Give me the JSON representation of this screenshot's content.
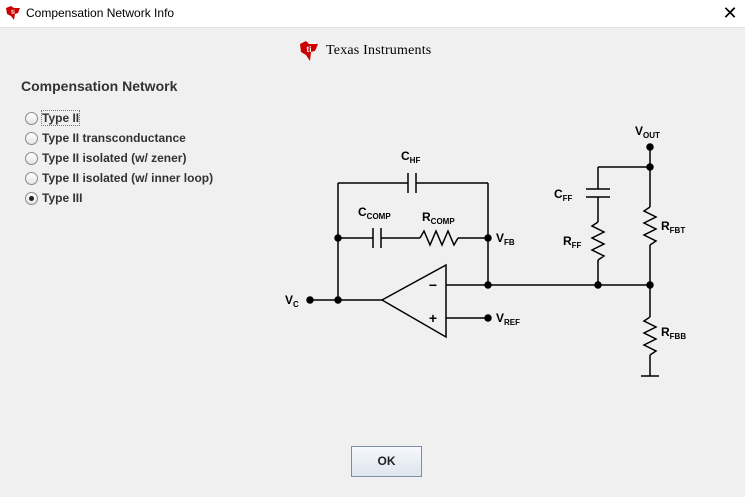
{
  "window": {
    "title": "Compensation Network Info",
    "close_glyph": "✕",
    "app_icon": "ti-logo-icon"
  },
  "logo": {
    "text": "Texas Instruments",
    "color": "#cc0000"
  },
  "section": {
    "title": "Compensation Network"
  },
  "options": [
    {
      "label": "Type II",
      "selected": false,
      "focused": true
    },
    {
      "label": "Type II transconductance",
      "selected": false
    },
    {
      "label": "Type II isolated (w/ zener)",
      "selected": false
    },
    {
      "label": "Type II isolated (w/ inner loop)",
      "selected": false
    },
    {
      "label": "Type III",
      "selected": true
    }
  ],
  "schematic": {
    "chf": {
      "main": "C",
      "sub": "HF"
    },
    "ccomp": {
      "main": "C",
      "sub": "COMP"
    },
    "rcomp": {
      "main": "R",
      "sub": "COMP"
    },
    "vfb": {
      "main": "V",
      "sub": "FB"
    },
    "vc": {
      "main": "V",
      "sub": "C"
    },
    "vref": {
      "main": "V",
      "sub": "REF"
    },
    "vout": {
      "main": "V",
      "sub": "OUT"
    },
    "cff": {
      "main": "C",
      "sub": "FF"
    },
    "rff": {
      "main": "R",
      "sub": "FF"
    },
    "rfbt": {
      "main": "R",
      "sub": "FBT"
    },
    "rfbb": {
      "main": "R",
      "sub": "FBB"
    },
    "minus": "−",
    "plus": "+"
  },
  "buttons": {
    "ok": "OK"
  }
}
